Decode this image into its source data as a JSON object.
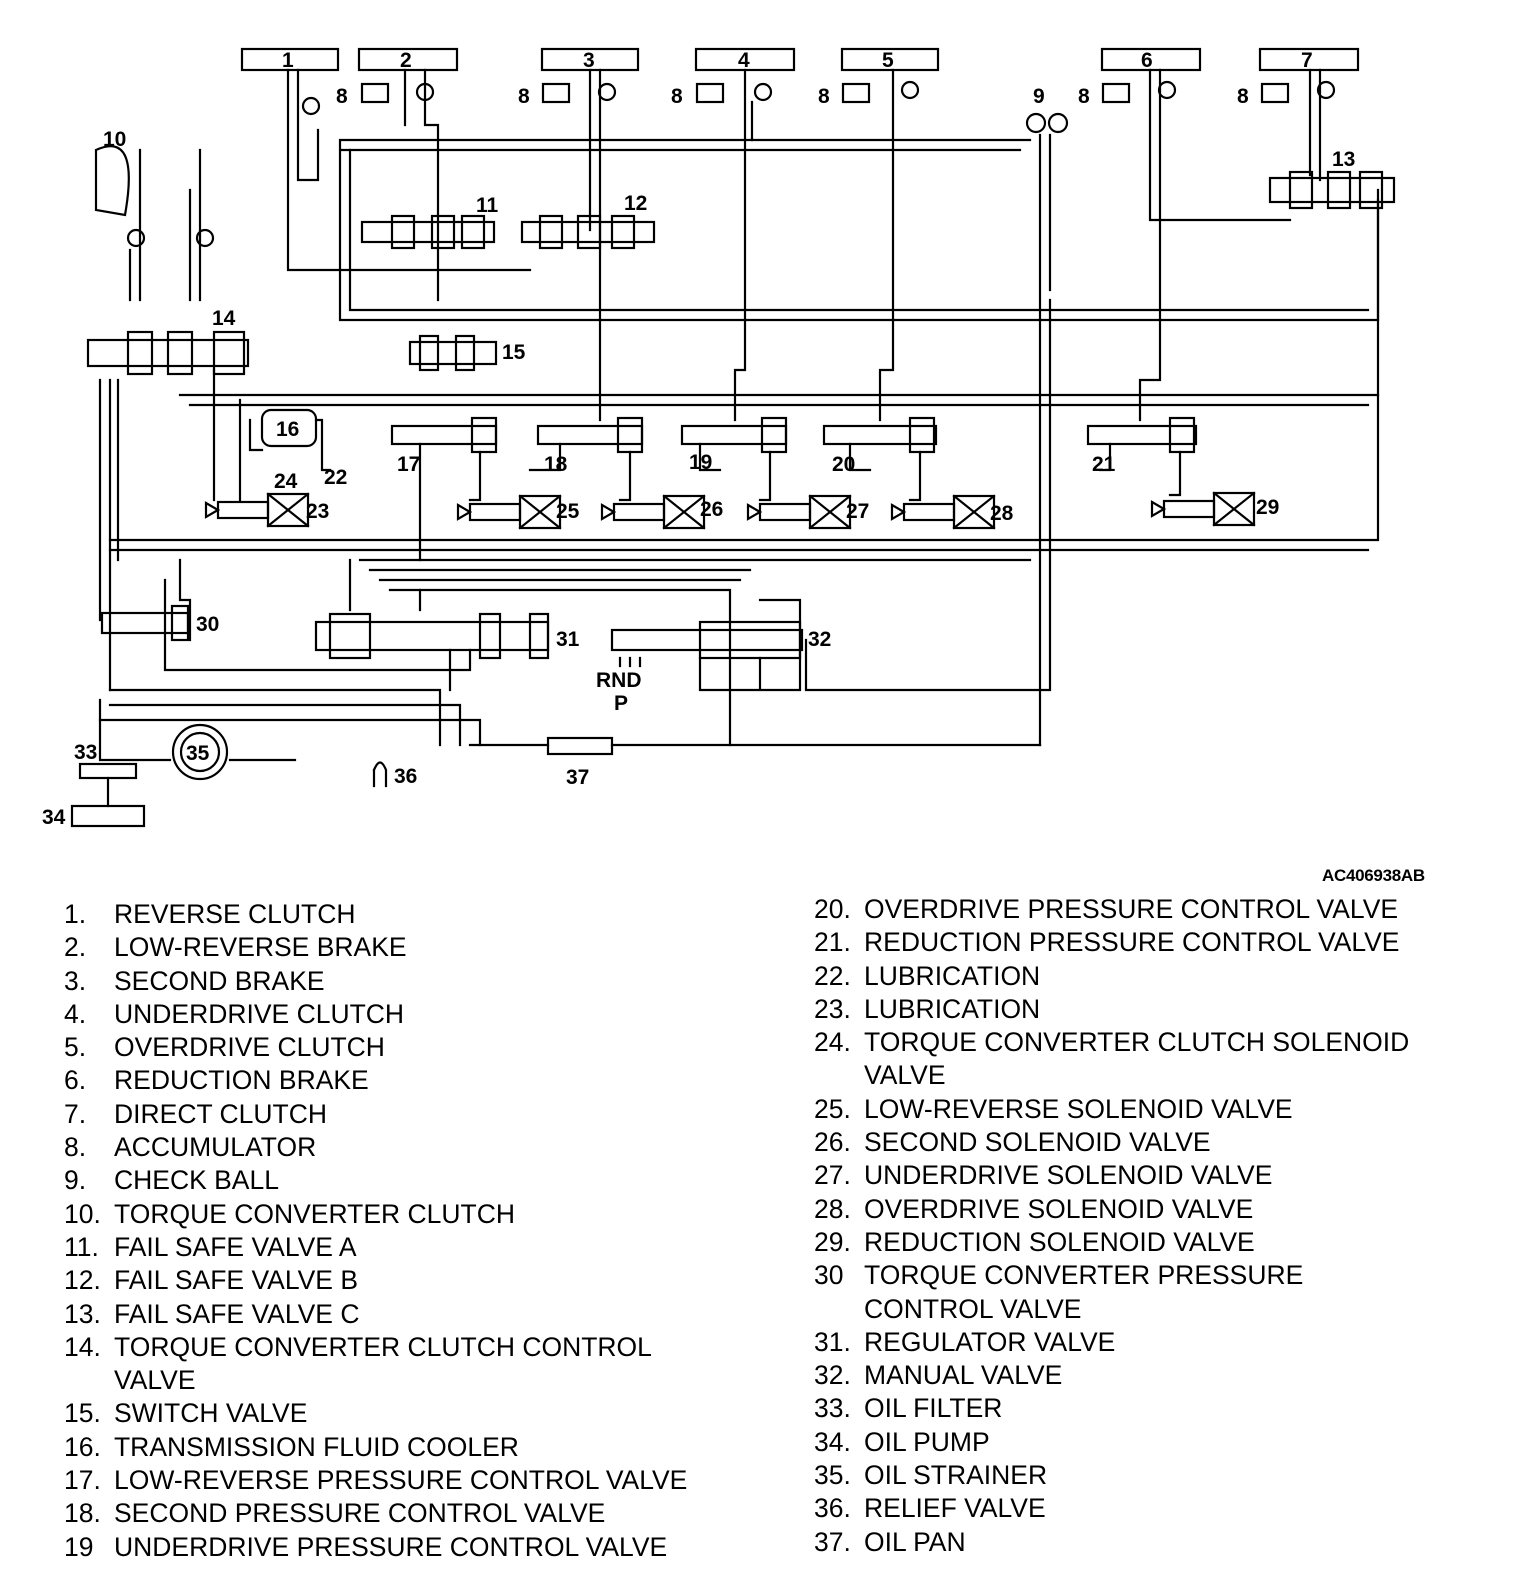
{
  "figure_code": "AC406938AB",
  "callouts": {
    "c1": "1",
    "c2": "2",
    "c3": "3",
    "c4": "4",
    "c5": "5",
    "c6": "6",
    "c7": "7",
    "c8": "8",
    "c9": "9",
    "c10": "10",
    "c11": "11",
    "c12": "12",
    "c13": "13",
    "c14": "14",
    "c15": "15",
    "c16": "16",
    "c17": "17",
    "c18": "18",
    "c19": "19",
    "c20": "20",
    "c21": "21",
    "c22": "22",
    "c23": "23",
    "c24": "24",
    "c25": "25",
    "c26": "26",
    "c27": "27",
    "c28": "28",
    "c29": "29",
    "c30": "30",
    "c31": "31",
    "c32": "32",
    "c33": "33",
    "c34": "34",
    "c35": "35",
    "c36": "36",
    "c37": "37",
    "range_rnd": "RND",
    "range_p": "P"
  },
  "legend_left": [
    {
      "num": "1.",
      "text": "REVERSE CLUTCH"
    },
    {
      "num": "2.",
      "text": "LOW-REVERSE BRAKE"
    },
    {
      "num": "3.",
      "text": "SECOND BRAKE"
    },
    {
      "num": "4.",
      "text": "UNDERDRIVE CLUTCH"
    },
    {
      "num": "5.",
      "text": "OVERDRIVE CLUTCH"
    },
    {
      "num": "6.",
      "text": "REDUCTION BRAKE"
    },
    {
      "num": "7.",
      "text": "DIRECT CLUTCH"
    },
    {
      "num": "8.",
      "text": "ACCUMULATOR"
    },
    {
      "num": "9.",
      "text": "CHECK BALL"
    },
    {
      "num": "10.",
      "text": "TORQUE CONVERTER CLUTCH"
    },
    {
      "num": "11.",
      "text": "FAIL SAFE VALVE A"
    },
    {
      "num": "12.",
      "text": "FAIL SAFE VALVE B"
    },
    {
      "num": "13.",
      "text": "FAIL SAFE VALVE C"
    },
    {
      "num": "14.",
      "text": "TORQUE CONVERTER CLUTCH CONTROL\nVALVE"
    },
    {
      "num": "15.",
      "text": "SWITCH VALVE"
    },
    {
      "num": "16.",
      "text": "TRANSMISSION FLUID COOLER"
    },
    {
      "num": "17.",
      "text": "LOW-REVERSE PRESSURE CONTROL VALVE"
    },
    {
      "num": "18.",
      "text": "SECOND PRESSURE CONTROL VALVE"
    },
    {
      "num": "19",
      "text": "UNDERDRIVE PRESSURE CONTROL VALVE"
    }
  ],
  "legend_right": [
    {
      "num": "20.",
      "text": "OVERDRIVE PRESSURE CONTROL VALVE"
    },
    {
      "num": "21.",
      "text": "REDUCTION PRESSURE CONTROL VALVE"
    },
    {
      "num": "22.",
      "text": "LUBRICATION"
    },
    {
      "num": "23.",
      "text": "LUBRICATION"
    },
    {
      "num": "24.",
      "text": "TORQUE CONVERTER CLUTCH SOLENOID\nVALVE"
    },
    {
      "num": "25.",
      "text": "LOW-REVERSE SOLENOID VALVE"
    },
    {
      "num": "26.",
      "text": "SECOND SOLENOID VALVE"
    },
    {
      "num": "27.",
      "text": "UNDERDRIVE SOLENOID VALVE"
    },
    {
      "num": "28.",
      "text": "OVERDRIVE SOLENOID VALVE"
    },
    {
      "num": "29.",
      "text": "REDUCTION SOLENOID VALVE"
    },
    {
      "num": "30",
      "text": "TORQUE CONVERTER PRESSURE\nCONTROL VALVE"
    },
    {
      "num": "31.",
      "text": "REGULATOR VALVE"
    },
    {
      "num": "32.",
      "text": "MANUAL VALVE"
    },
    {
      "num": "33.",
      "text": "OIL FILTER"
    },
    {
      "num": "34.",
      "text": "OIL PUMP"
    },
    {
      "num": "35.",
      "text": "OIL STRAINER"
    },
    {
      "num": "36.",
      "text": "RELIEF VALVE"
    },
    {
      "num": "37.",
      "text": "OIL PAN"
    }
  ]
}
